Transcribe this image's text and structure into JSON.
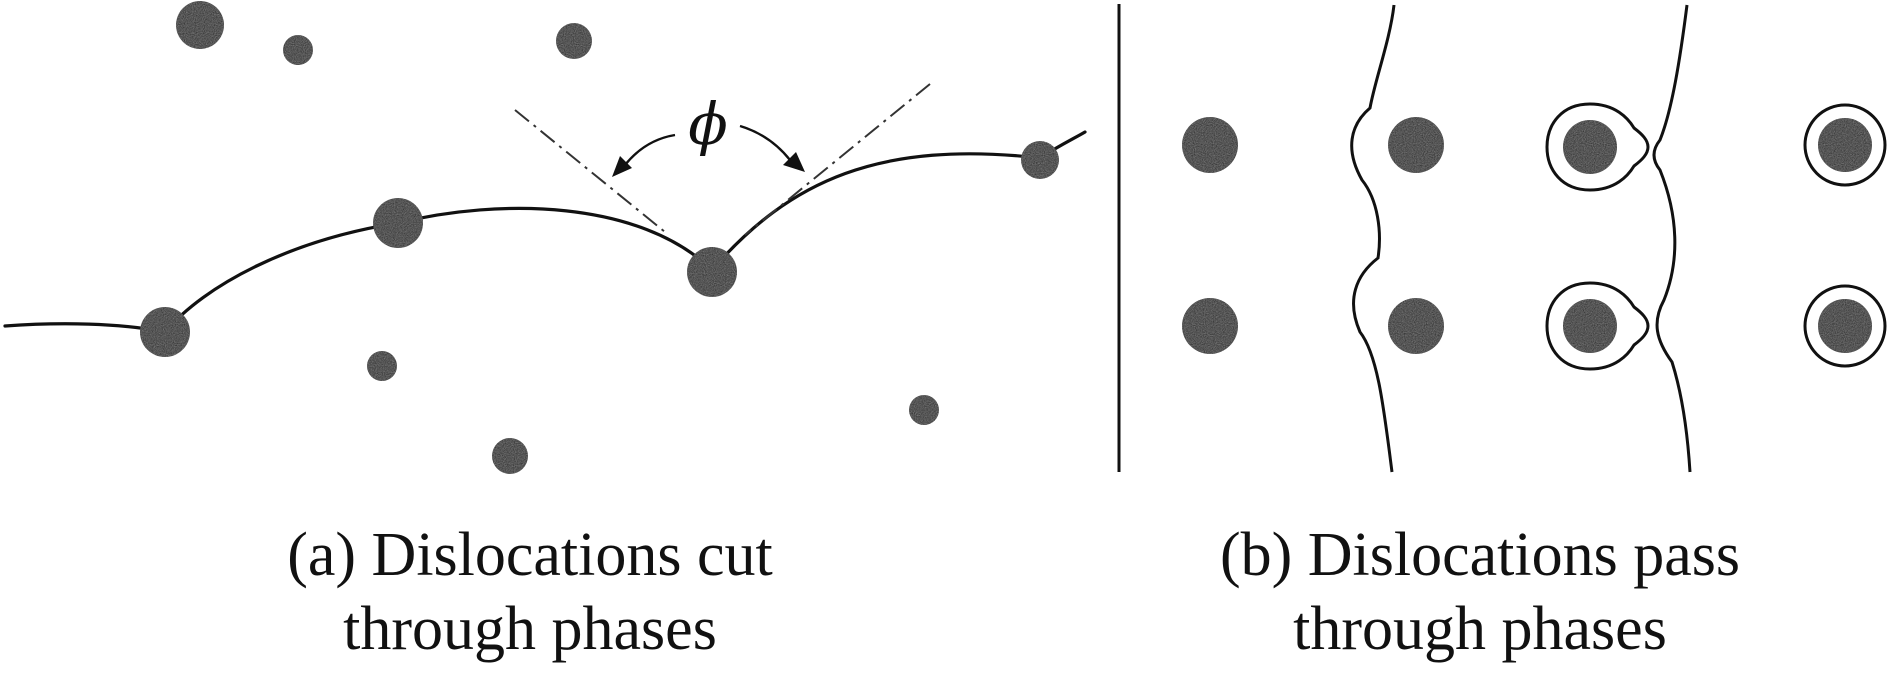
{
  "colors": {
    "ink": "#111111",
    "particle_fill": "#1e1e1e",
    "background": "#ffffff"
  },
  "panel_a": {
    "angle_symbol": "ϕ",
    "caption_line1": "(a) Dislocations cut",
    "caption_line2": "through phases"
  },
  "panel_b": {
    "caption_line1": "(b) Dislocations pass",
    "caption_line2": "through phases"
  }
}
